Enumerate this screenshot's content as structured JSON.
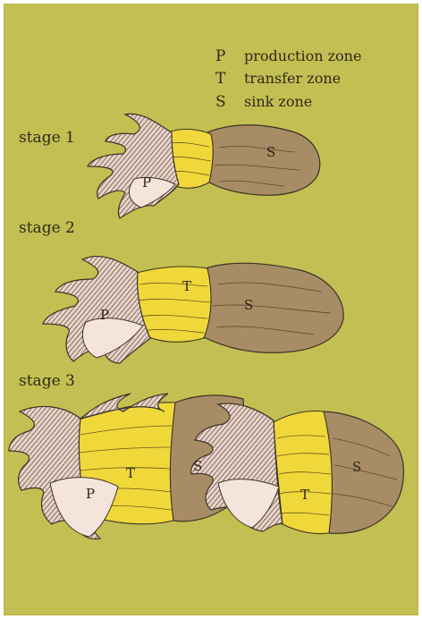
{
  "legend": {
    "items": [
      {
        "key": "P",
        "label": "production zone"
      },
      {
        "key": "T",
        "label": "transfer zone"
      },
      {
        "key": "S",
        "label": "sink zone"
      }
    ]
  },
  "stages": [
    {
      "label": "stage 1",
      "zones": [
        "S",
        "P"
      ]
    },
    {
      "label": "stage 2",
      "zones": [
        "T",
        "S",
        "P"
      ]
    },
    {
      "label": "stage 3",
      "zones": [
        "T",
        "S",
        "P",
        "T",
        "S"
      ]
    }
  ],
  "colors": {
    "background": "#c3bf52",
    "production": "#f0dcd2",
    "transfer": "#f0d83a",
    "sink": "#a88c66",
    "ink": "#3a3324"
  }
}
